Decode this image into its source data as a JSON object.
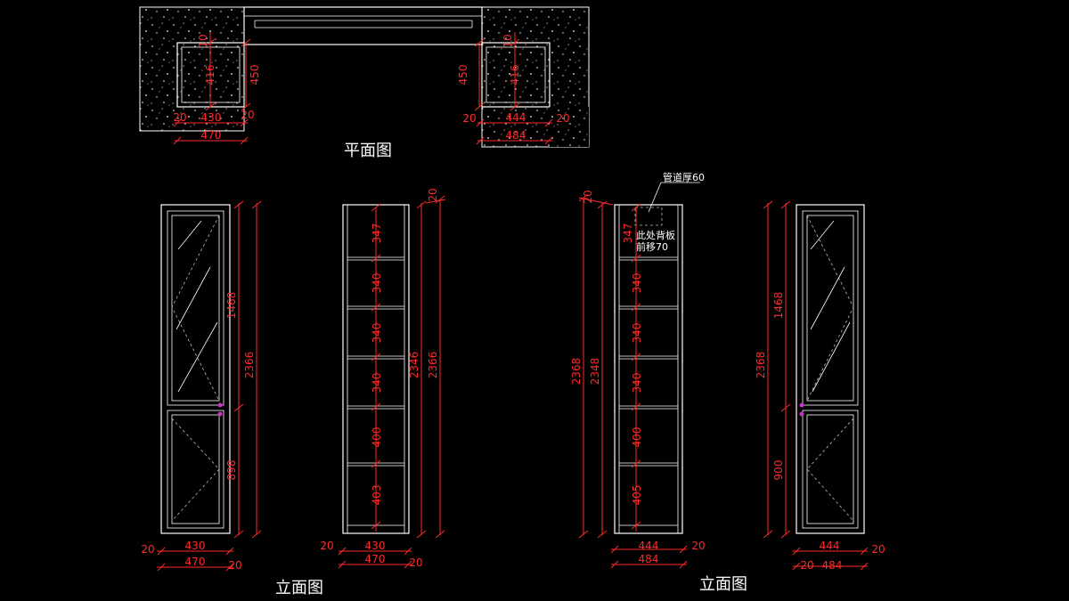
{
  "colors": {
    "background": "#000000",
    "line": "#ffffff",
    "dimension": "#ff2a2a",
    "hinge": "#cc33cc"
  },
  "titles": {
    "plan": "平面图",
    "elevation_left": "立面图",
    "elevation_right": "立面图"
  },
  "notes": {
    "pipe": "管道厚60",
    "backboard_1": "此处背板",
    "backboard_2": "前移70"
  },
  "plan": {
    "left": {
      "top": "10",
      "depth": "416",
      "outer": "450",
      "side_l": "20",
      "inner": "430",
      "side_r": "20",
      "total": "470"
    },
    "right": {
      "top": "10",
      "depth": "416",
      "outer": "450",
      "side_l": "20",
      "inner": "444",
      "side_r": "20",
      "total": "484"
    }
  },
  "elev1": {
    "upper": "1468",
    "lower": "898",
    "total": "2366",
    "side": "20",
    "inner": "430",
    "width": "470",
    "side_r": "20"
  },
  "elev2": {
    "top": "20",
    "shelves": [
      "347",
      "340",
      "340",
      "340",
      "400",
      "403"
    ],
    "inner_h": "2346",
    "total": "2366",
    "side": "20",
    "inner": "430",
    "width": "470",
    "side_r": "20"
  },
  "elev3": {
    "top": "20",
    "total": "2368",
    "inner_h": "2348",
    "shelves": [
      "347",
      "340",
      "340",
      "340",
      "400",
      "405"
    ],
    "inner": "444",
    "side": "20",
    "width": "484"
  },
  "elev4": {
    "total": "2368",
    "upper": "1468",
    "lower": "900",
    "inner": "444",
    "side": "20",
    "side_l": "20",
    "width": "484"
  }
}
